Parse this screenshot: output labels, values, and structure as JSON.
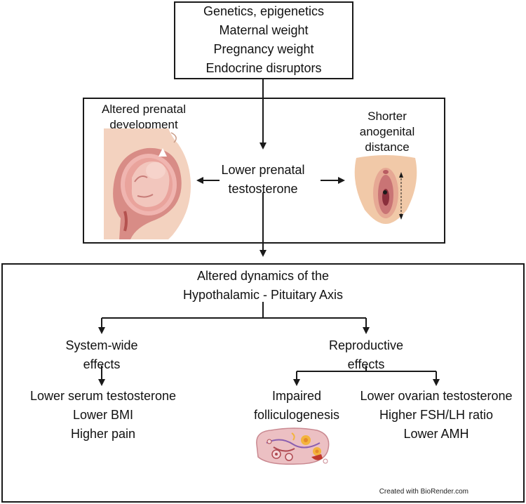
{
  "top_box": {
    "lines": [
      "Genetics, epigenetics",
      "Maternal weight",
      "Pregnancy weight",
      "Endocrine disruptors"
    ]
  },
  "middle_box": {
    "left_caption": [
      "Altered prenatal",
      "development"
    ],
    "center": [
      "Lower prenatal",
      "testosterone"
    ],
    "right_caption": [
      "Shorter",
      "anogenital",
      "distance"
    ]
  },
  "bottom_box": {
    "title": [
      "Altered dynamics of  the",
      "Hypothalamic - Pituitary Axis"
    ],
    "system_wide": [
      "System-wide",
      "effects"
    ],
    "system_effects": [
      "Lower serum testosterone",
      "Lower BMI",
      "Higher pain"
    ],
    "reproductive": [
      "Reproductive",
      "effects"
    ],
    "impaired": [
      "Impaired",
      "folliculogenesis"
    ],
    "ovarian_effects": [
      "Lower ovarian testosterone",
      "Higher FSH/LH ratio",
      "Lower AMH"
    ]
  },
  "credit": "Created with BioRender.com",
  "colors": {
    "border": "#1a1a1a",
    "skin": "#f3d2bf",
    "uterus": "#d88c86",
    "uterus_dark": "#b4524f",
    "vulva_outer": "#f1c9a8",
    "vulva_inner": "#c97475",
    "ovary": "#ecc0c3",
    "follicle": "#f3b43c"
  },
  "icons": [
    "pregnant-uterus-illustration",
    "vulva-illustration",
    "ovary-illustration"
  ]
}
